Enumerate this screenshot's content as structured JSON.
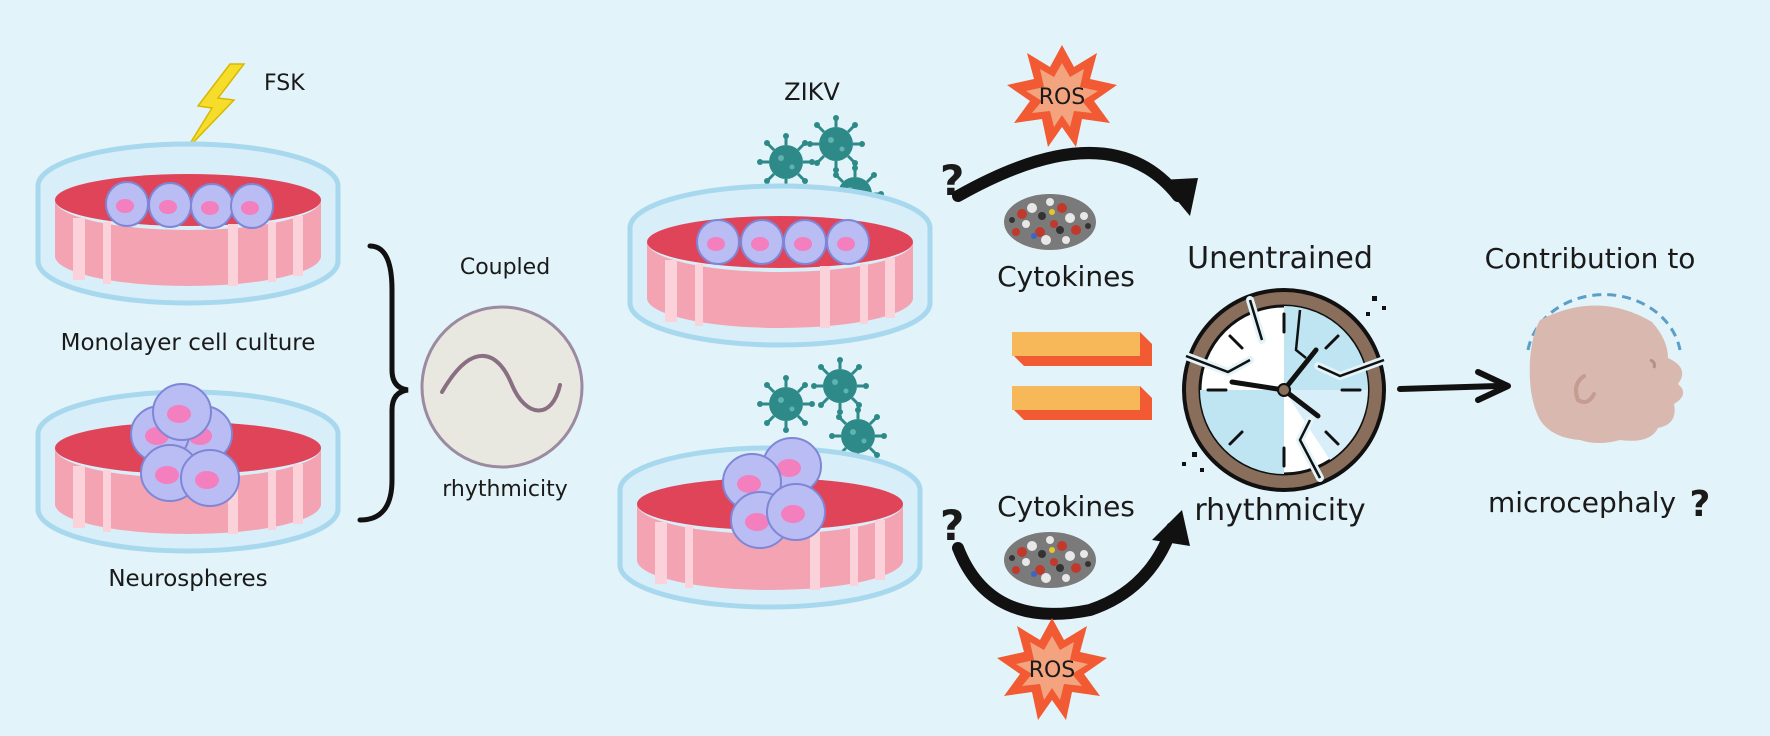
{
  "labels": {
    "fsk": "FSK",
    "monolayer": "Monolayer cell culture",
    "neurospheres": "Neurospheres",
    "coupled": "Coupled",
    "rhythmicity_left": "rhythmicity",
    "zikv": "ZIKV",
    "ros_top": "ROS",
    "ros_bottom": "ROS",
    "cytokines_top": "Cytokines",
    "cytokines_bottom": "Cytokines",
    "unentrained": "Unentrained",
    "rhythmicity_right": "rhythmicity",
    "contribution": "Contribution to",
    "microcephaly": "microcephaly",
    "question_top": "?",
    "question_bottom": "?",
    "question_micro": "?"
  },
  "colors": {
    "background": "#e2f3f9",
    "dish_rim": "#a8d8ee",
    "medium": "#f4a3b2",
    "medium_top": "#e04459",
    "cell": "#b9bdf3",
    "nucleus": "#f37fbf",
    "virus": "#2e8a88",
    "ros": "#f15a32",
    "equals": "#f7b85a",
    "clock_frame": "#8a6e5c",
    "clock_face": "#bfe5f3",
    "head": "#d9b8b0",
    "head_outline": "#5b9ec8"
  }
}
